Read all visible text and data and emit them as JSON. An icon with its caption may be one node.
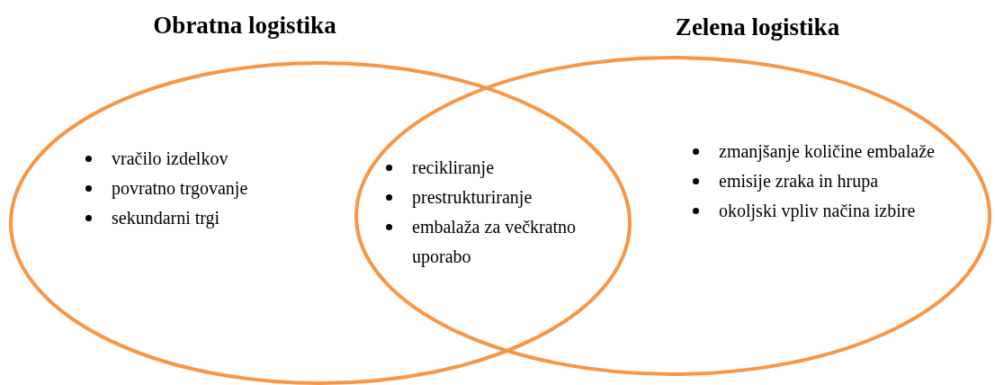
{
  "diagram": {
    "nodes": [
      {
        "text": [
          "Obratna logistika",
          "vračilo izdelkov",
          "povratno trgovanje",
          "sekundarni trgi"
        ]
      },
      {
        "text": [
          "Zelena logistika",
          "zmanjšanje količine embalaže",
          "emisije zraka in hrupa",
          "okoljski vpliv načina izbire"
        ]
      }
    ],
    "labels": [
      "recikliranje",
      "prestrukturiranje",
      "embalaža za večkratno uporabo"
    ]
  }
}
